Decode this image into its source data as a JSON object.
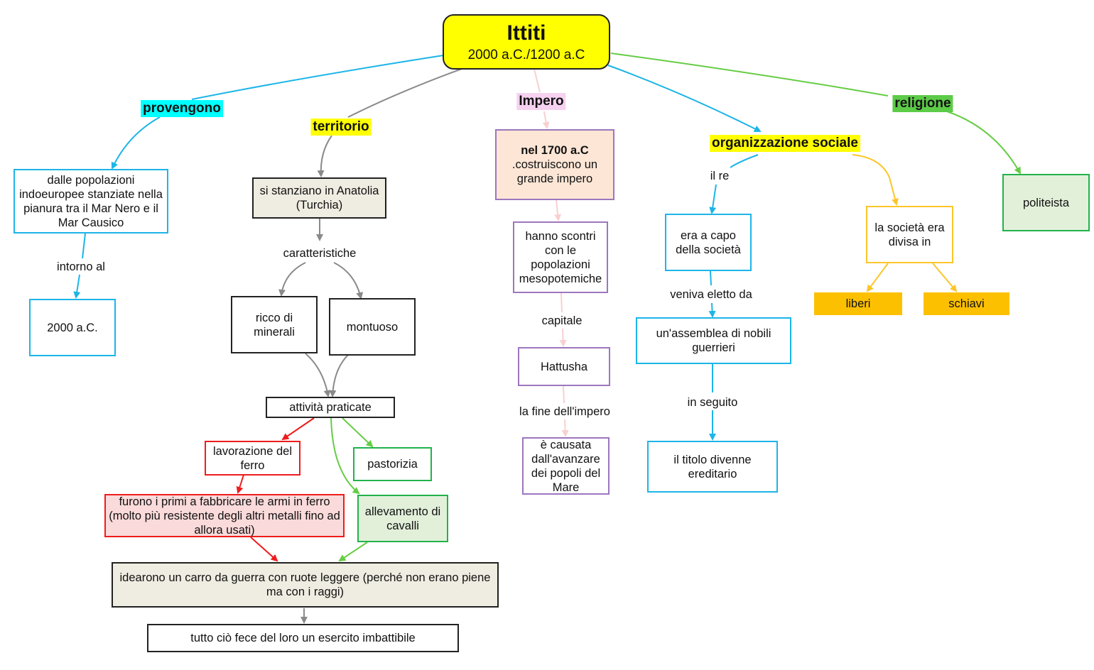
{
  "root": {
    "title": "Ittiti",
    "subtitle": "2000 a.C./1200 a.C"
  },
  "branches": {
    "provengono": "provengono",
    "territorio": "territorio",
    "impero": "Impero",
    "organizzazione": "organizzazione sociale",
    "religione": "religione"
  },
  "colors": {
    "provengono_bg": "#00ffff",
    "territorio_bg": "#ffff00",
    "impero_bg": "#f6d2f0",
    "organizzazione_bg": "#ffff00",
    "religione_bg": "#5ccb48",
    "blue": "#1cb5e8",
    "gray": "#8a8a8a",
    "pink": "#f8d0d0",
    "green": "#66cc44",
    "red": "#ee1c1c",
    "gold": "#fcc52a"
  },
  "nodes": {
    "popolazioni": "dalle popolazioni indoeuropee stanziate nella pianura tra il Mar Nero e il Mar Causico",
    "anno2000": "2000 a.C.",
    "anatolia": "si stanziano in Anatolia (Turchia)",
    "minerali": "ricco di minerali",
    "montuoso": "montuoso",
    "attivita": "attività praticate",
    "ferro": "lavorazione del ferro",
    "armi": "furono i primi a fabbricare le armi in ferro (molto più resistente degli altri metalli fino ad allora usati)",
    "pastorizia": "pastorizia",
    "cavalli": "allevamento di cavalli",
    "carro": "idearono un carro da guerra con ruote leggere (perché non erano piene ma con i raggi)",
    "esercito": "tutto ciò fece del loro un esercito imbattibile",
    "impero_bold": "nel 1700 a.C",
    "impero_rest": ".costruiscono un grande impero",
    "scontri": "hanno scontri con le popolazioni mesopotemiche",
    "hattusha": "Hattusha",
    "fine": "è causata dall'avanzare dei popoli del Mare",
    "capo": "era a capo della società",
    "assemblea": "un'assemblea di nobili guerrieri",
    "titolo": "il titolo divenne ereditario",
    "divisa": "la società era divisa in",
    "liberi": "liberi",
    "schiavi": "schiavi",
    "politeista": "politeista"
  },
  "links": {
    "intorno": "intorno al",
    "caratteristiche": "caratteristiche",
    "capitale": "capitale",
    "fine_impero": "la fine dell'impero",
    "il_re": "il re",
    "eletto": "veniva eletto da",
    "seguito": "in seguito"
  }
}
